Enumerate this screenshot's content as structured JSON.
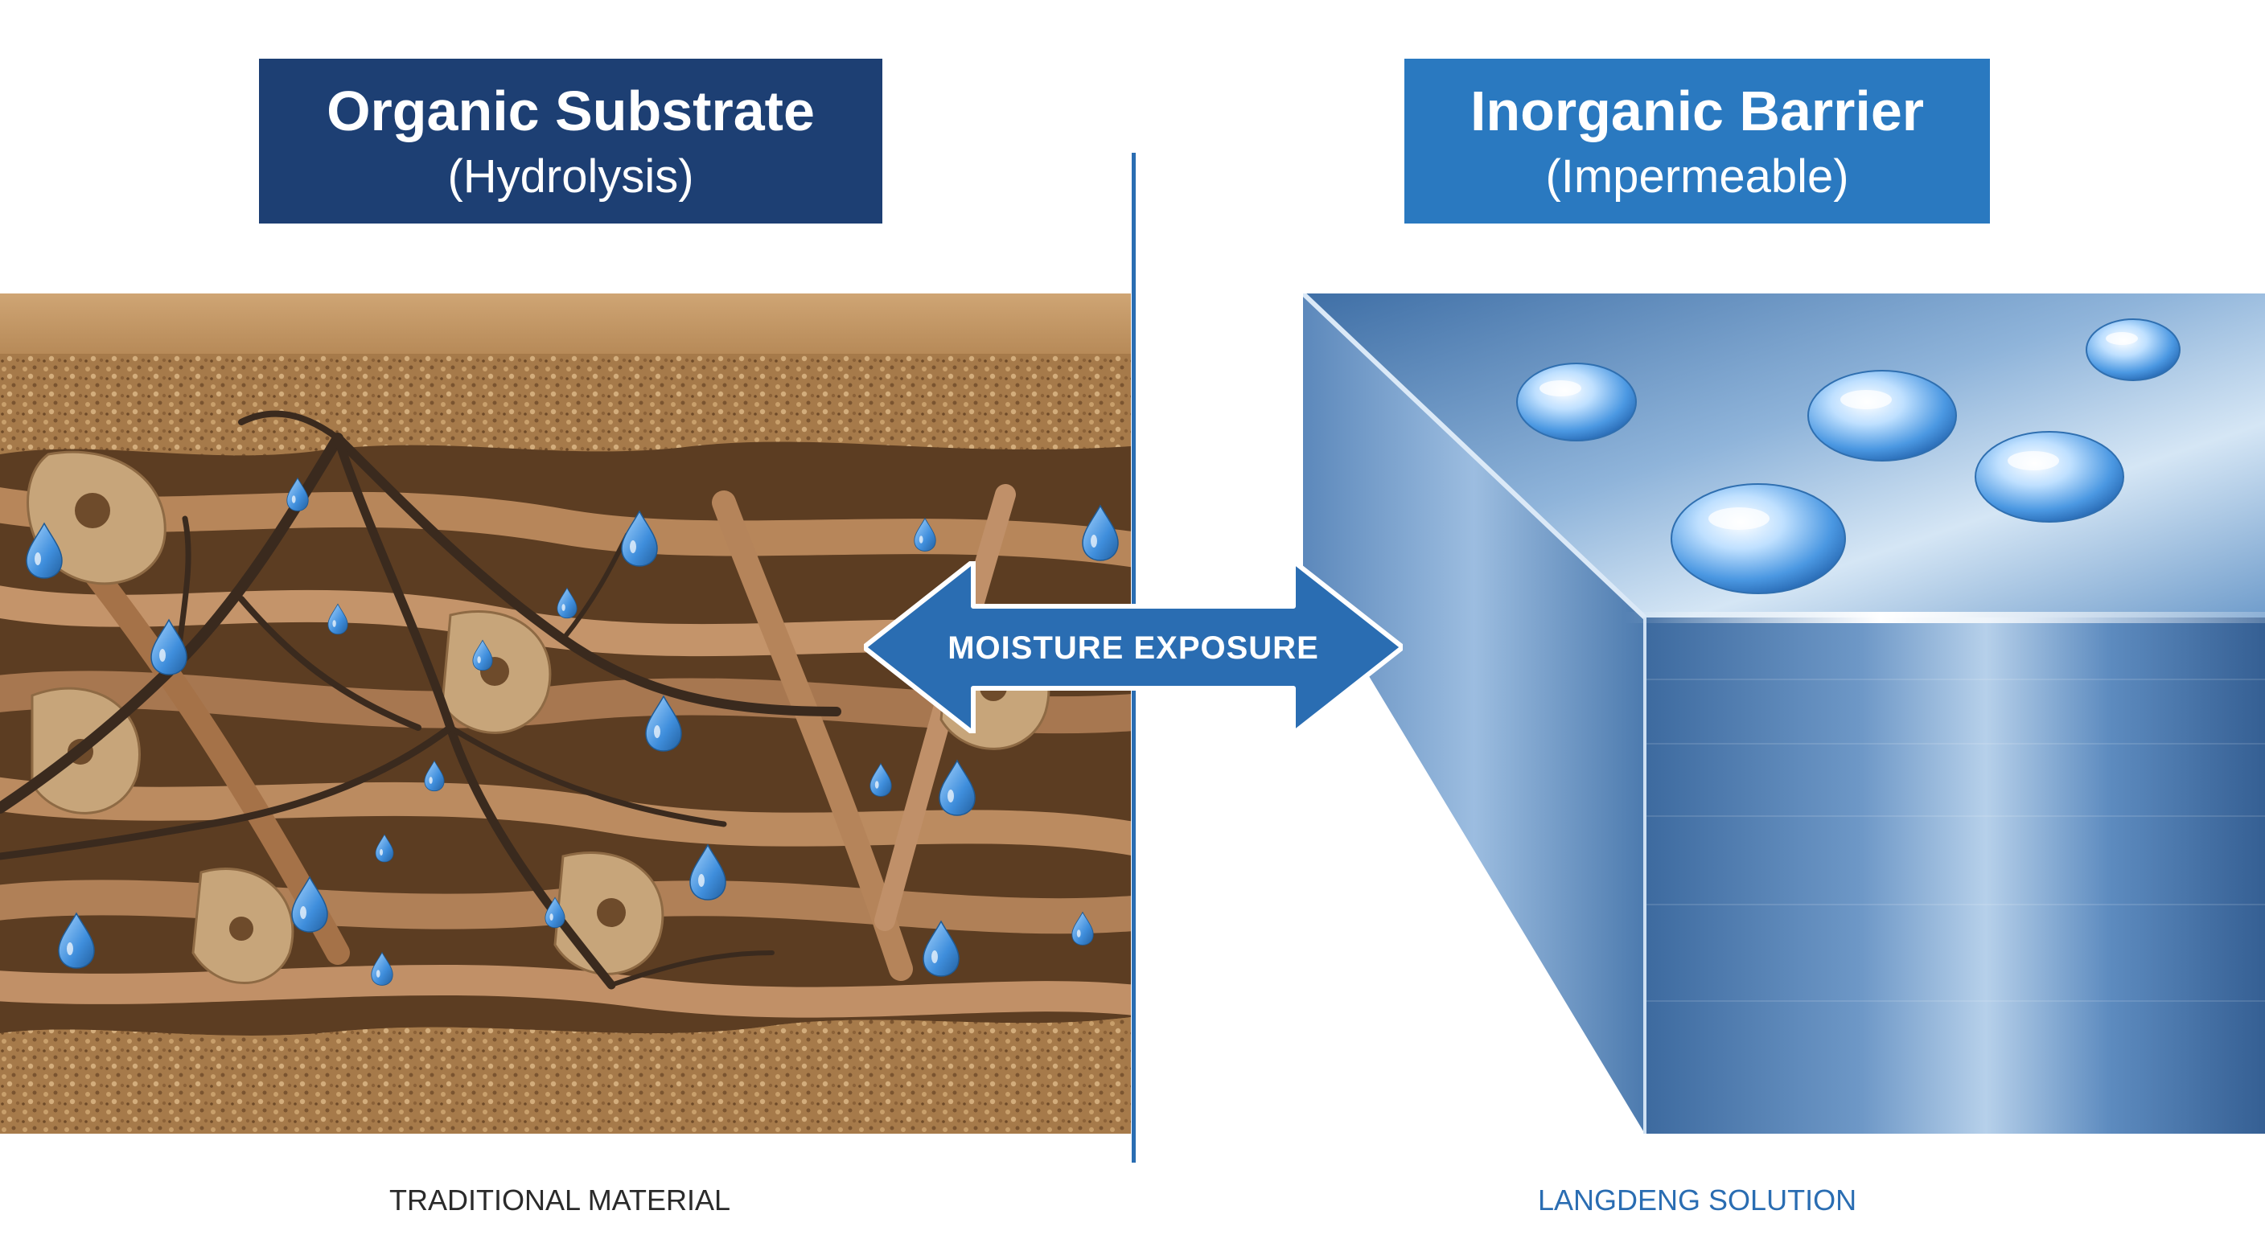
{
  "left_panel": {
    "title": "Organic Substrate",
    "subtitle": "(Hydrolysis)",
    "caption": "TRADITIONAL MATERIAL"
  },
  "right_panel": {
    "title": "Inorganic Barrier",
    "subtitle": "(Impermeable)",
    "caption": "LANGDENG SOLUTION"
  },
  "center_arrow": {
    "label": "MOISTURE EXPOSURE"
  },
  "colors": {
    "navy": "#1d3f73",
    "blue": "#2a79c0",
    "arrow": "#2a6db2",
    "soil": "#a97c4f",
    "metal": "#4d7fb5",
    "water": "#4a9be0"
  },
  "icons": [
    "water-drop-icon",
    "double-arrow-icon"
  ]
}
